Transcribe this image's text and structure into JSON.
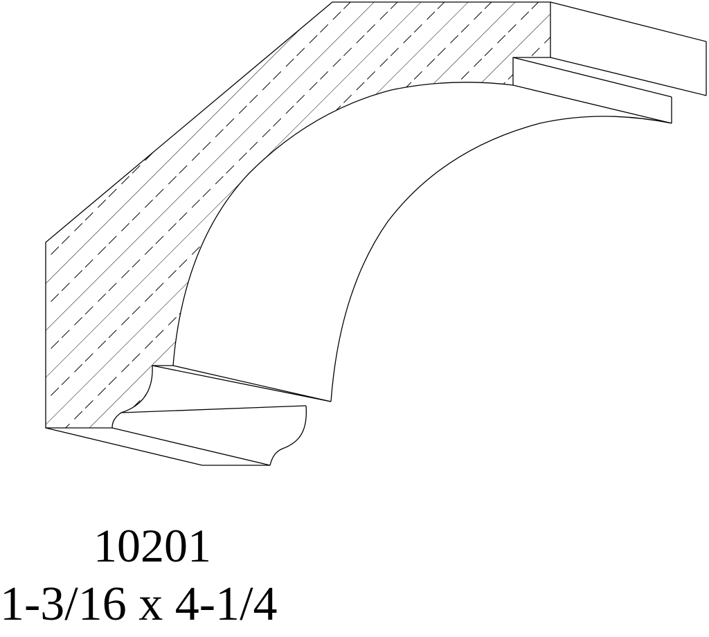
{
  "drawing": {
    "line_color": "#000000",
    "background": "#ffffff",
    "subject": "crown-molding-profile"
  },
  "label": {
    "profile_number": "10201",
    "dimensions": "1-3/16 x 4-1/4"
  }
}
